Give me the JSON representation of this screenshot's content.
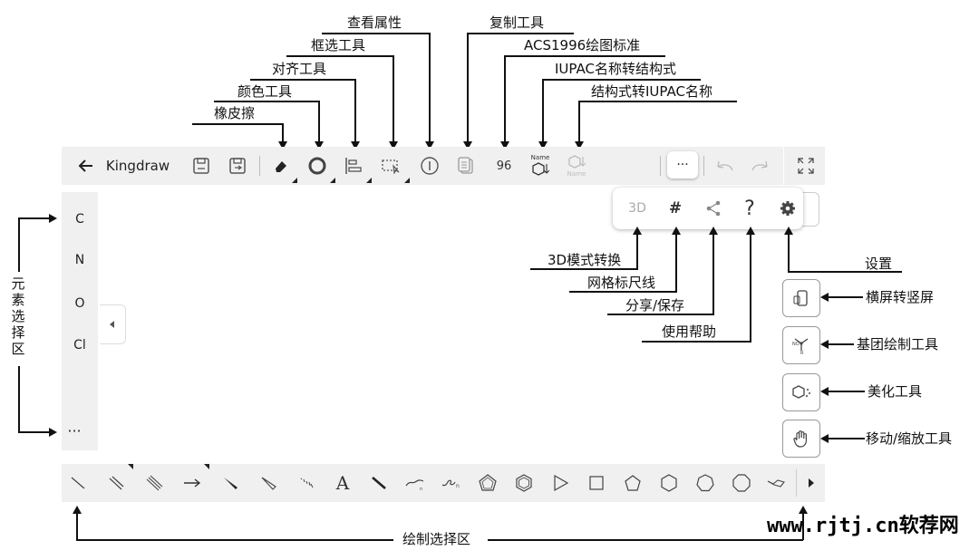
{
  "toolbar": {
    "back_icon": "back-arrow-icon",
    "app_title": "Kingdraw",
    "standard_label": "96",
    "name_label": "Name",
    "more_label": "···"
  },
  "element_panel": {
    "items": [
      "C",
      "N",
      "O",
      "Cl"
    ],
    "more_label": "···"
  },
  "popup_menu": {
    "mode_3d_label": "3D",
    "grid_label": "#",
    "help_label": "?"
  },
  "bottom_tools": {
    "text_label": "A"
  },
  "annotations": {
    "eraser": "橡皮擦",
    "color_tool": "颜色工具",
    "align_tool": "对齐工具",
    "select_tool": "框选工具",
    "view_props": "查看属性",
    "copy_tool": "复制工具",
    "acs_standard": "ACS1996绘图标准",
    "iupac_to_struct": "IUPAC名称转结构式",
    "struct_to_iupac": "结构式转IUPAC名称",
    "mode_3d": "3D模式转换",
    "grid_ruler": "网格标尺线",
    "share_save": "分享/保存",
    "help": "使用帮助",
    "settings": "设置",
    "rotate_screen": "横屏转竖屏",
    "group_draw": "基团绘制工具",
    "beautify": "美化工具",
    "move_zoom": "移动/缩放工具",
    "element_area": "元素选择区",
    "draw_area": "绘制选择区"
  },
  "watermark": "www.rjtj.cn软荐网"
}
